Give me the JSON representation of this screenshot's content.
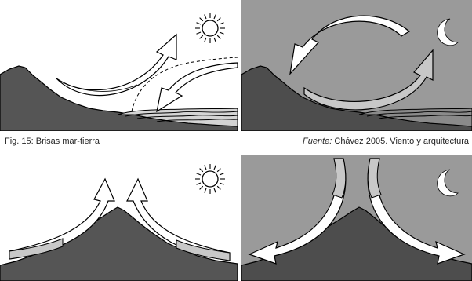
{
  "figure": {
    "caption_left": "Fig. 15:   Brisas mar-tierra",
    "source_label": "Fuente:",
    "source_text": " Chávez 2005. Viento y arquitectura"
  },
  "colors": {
    "land": "#555555",
    "night_sky": "#9a9a9a",
    "day_sky": "#ffffff",
    "sea": "#cfcfcf",
    "arrow_warm": "#c8c8c8",
    "arrow_cool": "#ffffff",
    "outline": "#000000"
  },
  "icons": {
    "day_icon": "sun-icon",
    "night_icon": "moon-icon"
  }
}
